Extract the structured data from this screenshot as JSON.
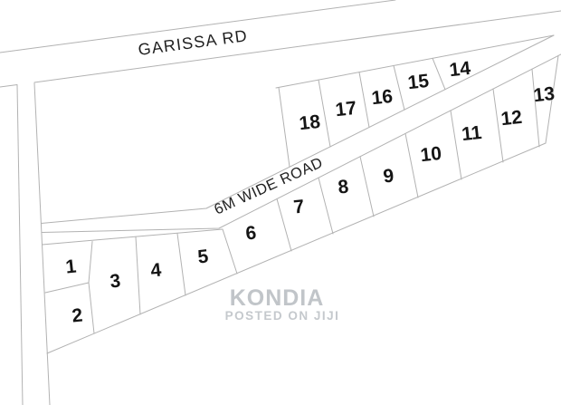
{
  "map": {
    "roads": {
      "garissa_label": "GARISSA RD",
      "wide_road_label": "6M WIDE ROAD"
    },
    "watermark": {
      "name": "KONDIA",
      "caption": "POSTED ON JIJI"
    },
    "plots": {
      "n1": "1",
      "n2": "2",
      "n3": "3",
      "n4": "4",
      "n5": "5",
      "n6": "6",
      "n7": "7",
      "n8": "8",
      "n9": "9",
      "n10": "10",
      "n11": "11",
      "n12": "12",
      "n13": "13",
      "n14": "14",
      "n15": "15",
      "n16": "16",
      "n17": "17",
      "n18": "18"
    },
    "colors": {
      "background": "#ffffff",
      "boundary_line": "#b2b2b2",
      "label_text": "#1f1f1f",
      "plot_number": "#151515",
      "watermark_text": "#c1c5c9"
    }
  }
}
